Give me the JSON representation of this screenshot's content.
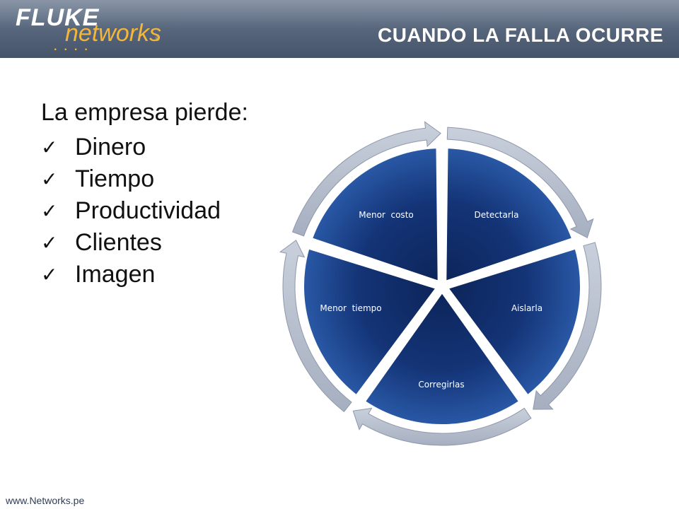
{
  "header": {
    "logo_fluke": "FLUKE",
    "logo_networks": "networks",
    "logo_reg": "®",
    "logo_dots": "....",
    "title": "CUANDO LA FALLA OCURRE"
  },
  "list": {
    "heading": "La empresa pierde:",
    "items": [
      "Dinero",
      "Tiempo",
      "Productividad",
      "Clientes",
      "Imagen"
    ],
    "check_icon": "✓"
  },
  "cycle": {
    "steps": [
      "Detectarla",
      "Aislarla",
      "Corregirlas",
      "Menor  tiempo",
      "Menor  costo"
    ]
  },
  "colors": {
    "header": "#55647a",
    "segment_dark": "#0f2a63",
    "segment_light": "#2a5aa8",
    "ring": "#b7bfce",
    "logo_accent": "#f2b63a"
  },
  "footer": {
    "url": "www.Networks.pe"
  }
}
